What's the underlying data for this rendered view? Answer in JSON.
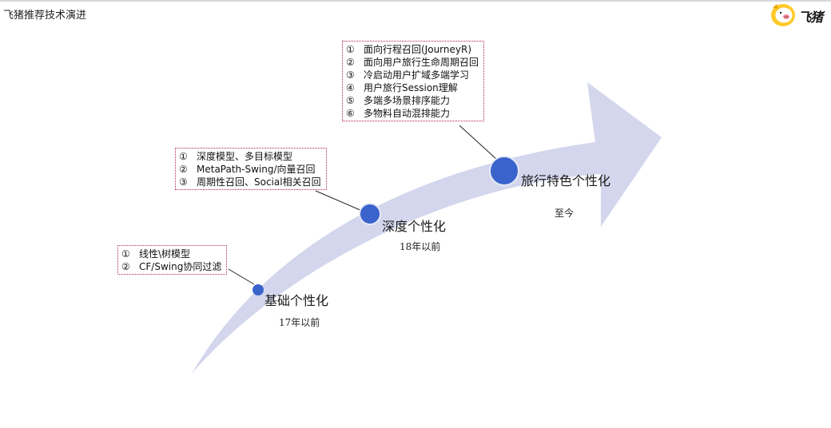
{
  "title": "飞猪推荐技术演进",
  "logo": {
    "text": "飞猪"
  },
  "stages": [
    {
      "id": "basic",
      "label": "基础个性化",
      "time": "17年以前",
      "items": [
        {
          "num": "①",
          "text": "线性\\树模型"
        },
        {
          "num": "②",
          "text": "CF/Swing协同过滤"
        }
      ]
    },
    {
      "id": "deep",
      "label": "深度个性化",
      "time": "18年以前",
      "items": [
        {
          "num": "①",
          "text": "深度模型、多目标模型"
        },
        {
          "num": "②",
          "text": "MetaPath-Swing/向量召回"
        },
        {
          "num": "③",
          "text": "周期性召回、Social相关召回"
        }
      ]
    },
    {
      "id": "travel",
      "label": "旅行特色个性化",
      "time": "至今",
      "items": [
        {
          "num": "①",
          "text": "面向行程召回(JourneyR)"
        },
        {
          "num": "②",
          "text": "面向用户旅行生命周期召回"
        },
        {
          "num": "③",
          "text": "冷启动用户扩域多端学习"
        },
        {
          "num": "④",
          "text": "用户旅行Session理解"
        },
        {
          "num": "⑤",
          "text": "多端多场景排序能力"
        },
        {
          "num": "⑥",
          "text": "多物料自动混排能力"
        }
      ]
    }
  ],
  "colors": {
    "arrow": "#d3d6ec",
    "dot": "#3a63cc",
    "box_border": "#b2224a"
  }
}
